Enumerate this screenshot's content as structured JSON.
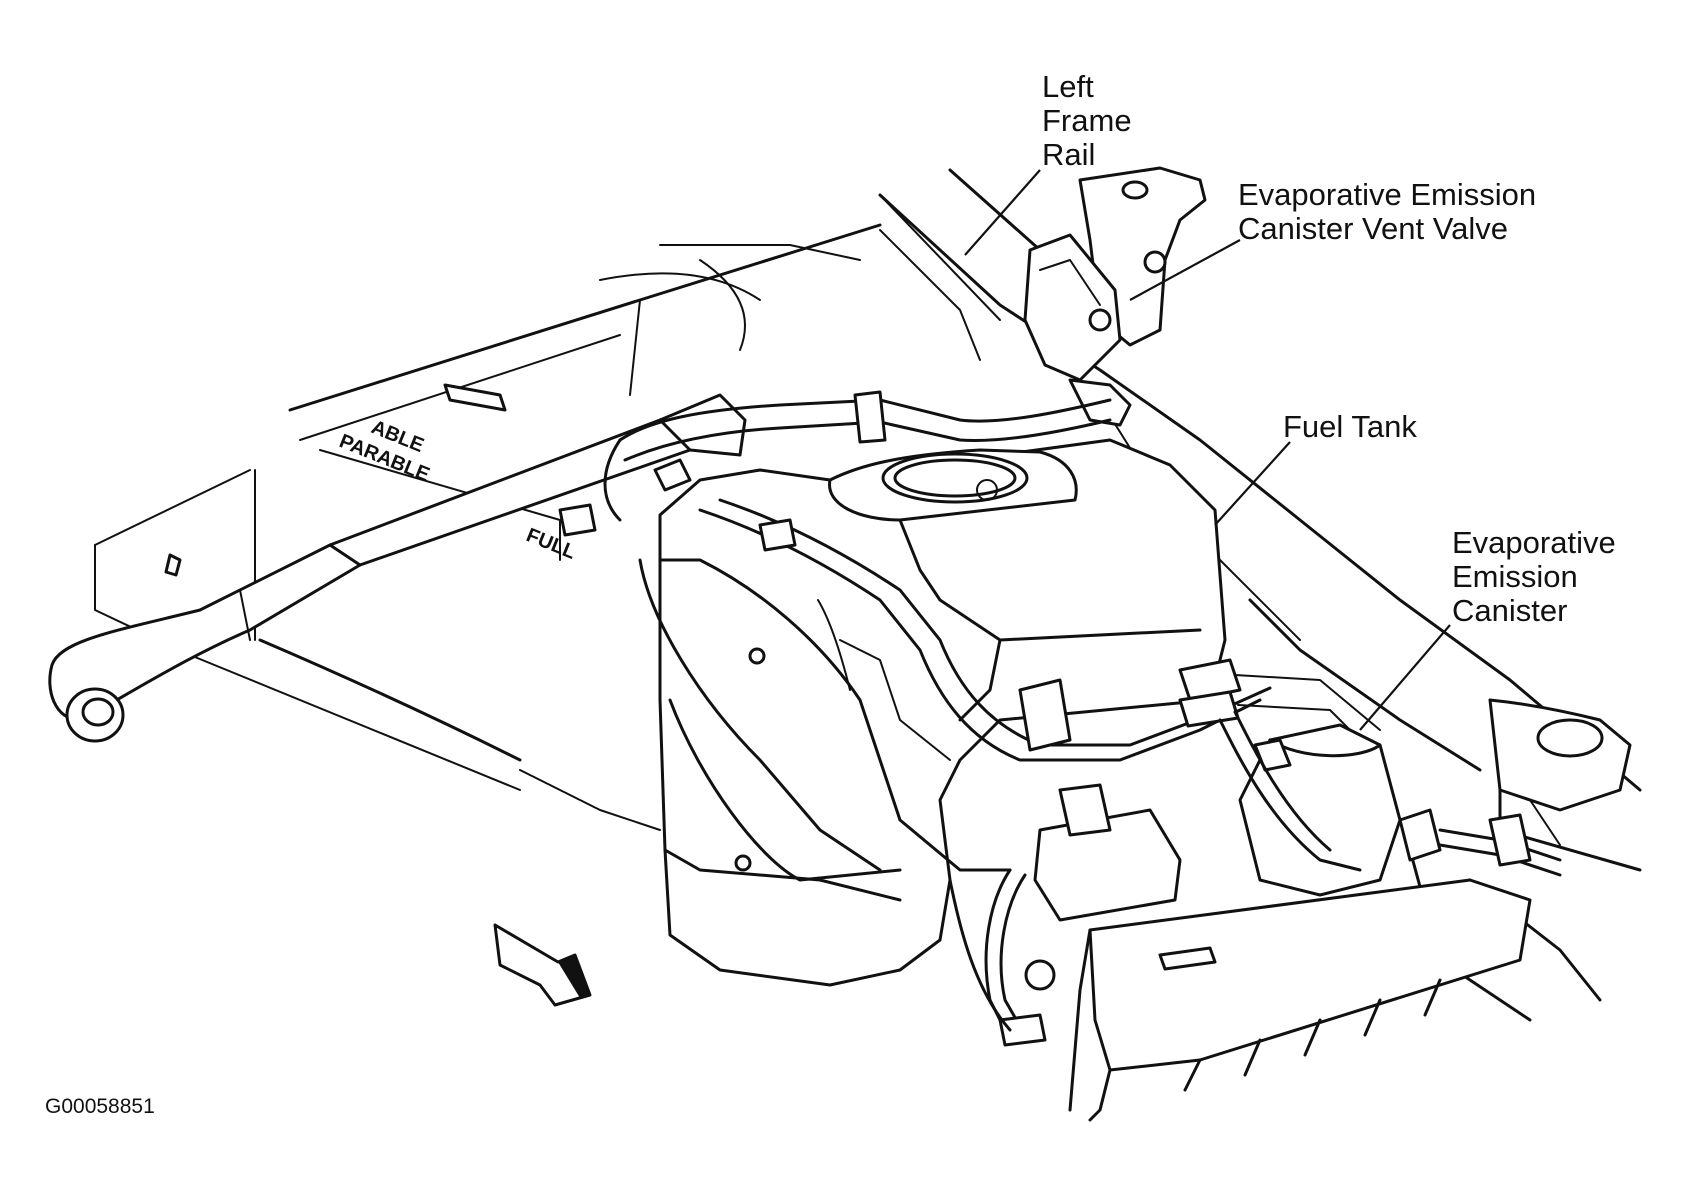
{
  "labels": {
    "left_frame_rail": [
      "Left",
      "Frame",
      "Rail"
    ],
    "vent_valve": [
      "Evaporative Emission",
      "Canister Vent Valve"
    ],
    "fuel_tank": "Fuel Tank",
    "canister": [
      "Evaporative",
      "Emission",
      "Canister"
    ]
  },
  "figure_id": "G00058851",
  "stamps": {
    "able": "ABLE",
    "parable": "PARABLE",
    "full": "FULL"
  },
  "colors": {
    "ink": "#111111",
    "background": "#ffffff"
  }
}
